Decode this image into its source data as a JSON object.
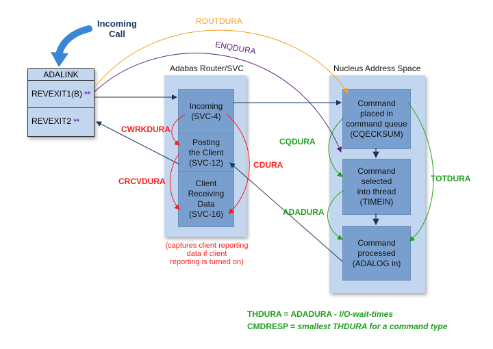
{
  "incoming_call": "Incoming\nCall",
  "adalink": {
    "title": "ADALINK",
    "revexit1": "REVEXIT1(B)",
    "revexit2": "REVEXIT2",
    "stars": "**"
  },
  "router": {
    "title": "Adabas Router/SVC",
    "boxes": [
      "Incoming\n(SVC-4)",
      "Posting\nthe Client\n(SVC-12)",
      "Client\nReceiving\nData\n(SVC-16)"
    ],
    "note": "(captures client reporting\ndata if client\nreporting is turned on)"
  },
  "nucleus": {
    "title": "Nucleus Address Space",
    "boxes": [
      "Command\nplaced in\ncommand queue\n(CQECKSUM)",
      "Command\nselected\ninto thread\n(TIMEIN)",
      "Command\nprocessed\n(ADALOG in)"
    ]
  },
  "labels": {
    "routdura": "ROUTDURA",
    "enqdura": "ENQDURA",
    "cwrkdura": "CWRKDURA",
    "crcvdura": "CRCVDURA",
    "cdura": "CDURA",
    "cqdura": "CQDURA",
    "adadura": "ADADURA",
    "totdura": "TOTDURA"
  },
  "legend": {
    "line1_a": "THDURA = ADADURA - ",
    "line1_b": "I/O-wait-times",
    "line2_a": "CMDRESP = ",
    "line2_b": "smallest THDURA for a command type"
  },
  "colors": {
    "panel": "#c3d6ef",
    "box": "#799fcf",
    "navy": "#17365d",
    "red": "#ff1a1a",
    "green": "#1fa01f",
    "orange": "#f0a020",
    "purple": "#5b1e7e"
  }
}
